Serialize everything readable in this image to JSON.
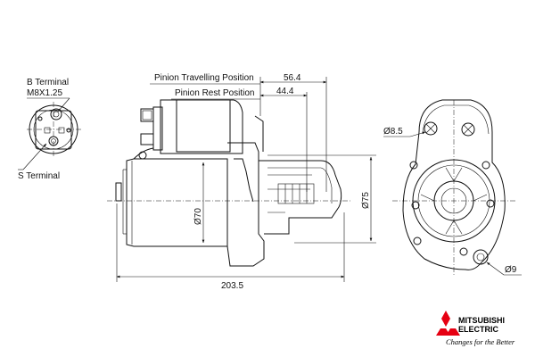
{
  "labels": {
    "b_terminal": "B Terminal",
    "b_terminal_thread": "M8X1.25",
    "s_terminal": "S Terminal",
    "pinion_travelling": "Pinion Travelling Position",
    "pinion_rest": "Pinion Rest Position"
  },
  "dimensions": {
    "travel": "56.4",
    "rest": "44.4",
    "body_diameter": "Ø70",
    "nose_diameter": "Ø75",
    "overall_length": "203.5",
    "hole_upper": "Ø8.5",
    "hole_lower": "Ø9"
  },
  "brand": {
    "name_line1": "MITSUBISHI",
    "name_line2": "ELECTRIC",
    "tagline": "Changes for the Better",
    "color": "#e60012"
  }
}
